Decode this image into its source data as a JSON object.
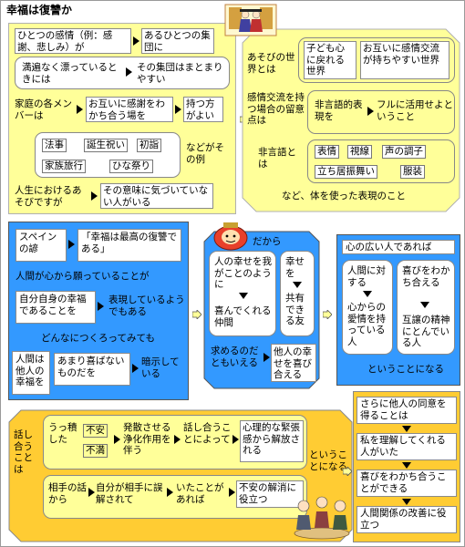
{
  "title": "幸福は復讐か",
  "yellow_left": {
    "row1_a": "ひとつの感情（例：感謝、悲しみ）が",
    "row1_b": "あるひとつの集団に",
    "row2_a": "満遍なく漂っているときには",
    "row2_b": "その集団はまとまりやすい",
    "row3_a": "家庭の各メンバーは",
    "row3_b": "お互いに感謝をわかち合う場を",
    "row3_c": "持つ方がよい",
    "examples": [
      "法事",
      "誕生祝い",
      "初詣",
      "家族旅行",
      "ひな祭り"
    ],
    "examples_suffix": "などがその例",
    "row5_a": "人生におけるあそびですが",
    "row5_b": "その意味に気づいていない人がいる"
  },
  "yellow_right": {
    "play_label": "あそびの世界とは",
    "play_1": "子ども心に戻れる世界",
    "play_2": "お互いに感情交流が持ちやすい世界",
    "exchange_label": "感情交流を持つ場合の留意点は",
    "exchange_a": "非言語的表現を",
    "exchange_b": "フルに活用せよということ",
    "nonverbal_label": "非言語とは",
    "nonverbal_items": [
      "表情",
      "視線",
      "声の調子",
      "立ち居振舞い",
      "服装"
    ],
    "footer": "など、体を使った表現のこと"
  },
  "blue_left": {
    "spain": "スペインの諺",
    "proverb": "「幸福は最高の復讐である」",
    "wish": "人間が心から願っていることが",
    "self_a": "自分自身の幸福であることを",
    "self_b": "表現しているようでもある",
    "how": "どんなにつくろってみても",
    "human": "人間は他人の幸福を",
    "not_happy": "あまり喜ばないものだを",
    "suggest": "暗示している"
  },
  "middle": {
    "because": "だから",
    "c1": "人の幸せを我がことのように",
    "c2": "喜んでくれる仲間",
    "c3": "幸せを",
    "c4": "共有できる友",
    "c5": "求めるのだともいえる",
    "c6": "他人の幸せを喜び合える"
  },
  "blue_right": {
    "title": "心の広い人であれば",
    "a1": "人間に対する",
    "a2": "心からの愛情を持っている人",
    "b1": "喜びをわかち合える",
    "b2": "互譲の精神にとんでいる人",
    "footer": "ということになる"
  },
  "bottom": {
    "side": "話し合うことは",
    "row1_a": "うっ積した",
    "anxiety": "不安",
    "dissatisfaction": "不満",
    "row1_b": "発散させる浄化作用を伴う",
    "row1_c": "話し合うことによって",
    "row1_d": "心理的な緊張感から解放される",
    "row1_e": "ということになる",
    "row2_a": "相手の話から",
    "row2_b": "自分が相手に誤解されて",
    "row2_c": "いたことがあれば",
    "row2_d": "不安の解消に役立つ"
  },
  "right_col": {
    "r1": "さらに他人の同意を得ることは",
    "r2": "私を理解してくれる人がいた",
    "r3": "喜びをわかち合うことができる",
    "r4": "人間関係の改善に役立つ"
  },
  "colors": {
    "yellow": "#ffff99",
    "blue": "#3399ff",
    "orange": "#ffcc33",
    "frame_gray": "#a0a0a0"
  }
}
